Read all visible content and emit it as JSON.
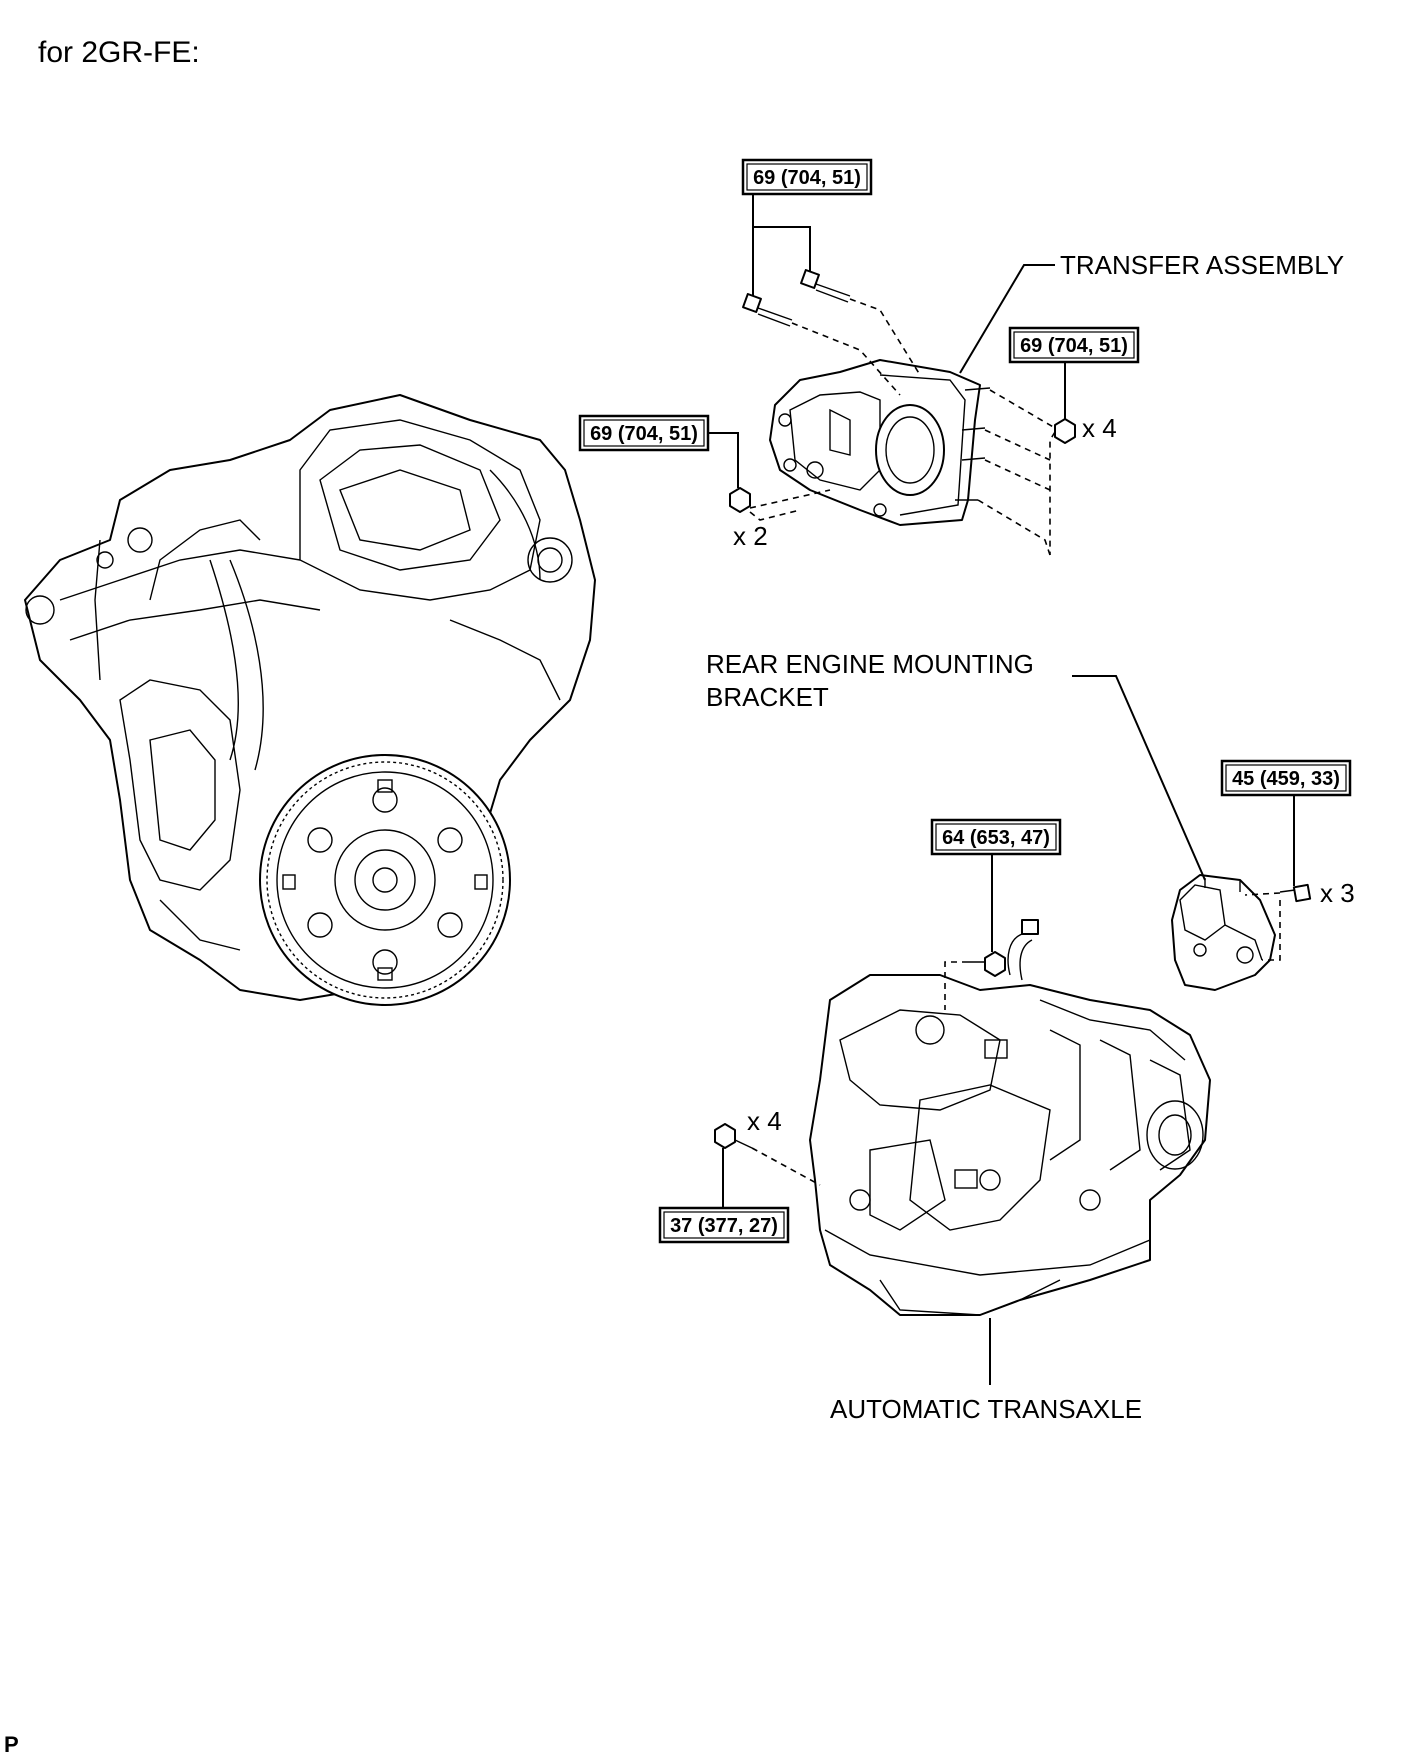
{
  "heading": "for 2GR-FE:",
  "labels": {
    "transfer_assembly": "TRANSFER ASSEMBLY",
    "rear_engine_mounting_bracket_line1": "REAR ENGINE MOUNTING",
    "rear_engine_mounting_bracket_line2": "BRACKET",
    "automatic_transaxle": "AUTOMATIC TRANSAXLE"
  },
  "torque_specs": {
    "transfer_bolts": "69 (704, 51)",
    "transfer_nuts": "69 (704, 51)",
    "transfer_nut_left": "69 (704, 51)",
    "mount_bracket_bolts": "45 (459, 33)",
    "transaxle_top_bolt": "64 (653, 47)",
    "transaxle_side_bolts": "37 (377, 27)"
  },
  "quantities": {
    "transfer_nuts": "x 4",
    "transfer_nut_left": "x 2",
    "mount_bracket_bolts": "x 3",
    "transaxle_side_bolts": "x 4"
  },
  "figure_code": "P"
}
